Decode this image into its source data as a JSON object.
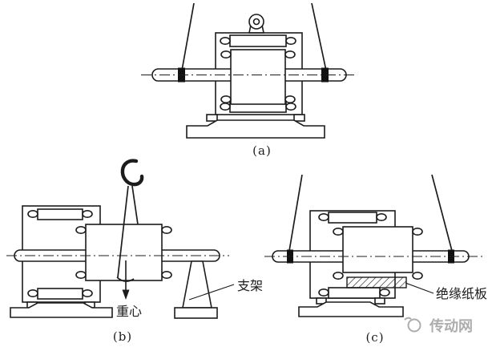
{
  "figure": {
    "captions": {
      "a": "(a)",
      "b": "(b)",
      "c": "(c)"
    },
    "labels": {
      "gravity": "重心",
      "support": "支架",
      "insulation": "绝缘纸板"
    },
    "watermark": {
      "text": "传动网"
    },
    "colors": {
      "line": "#1c1c1c",
      "background": "#ffffff",
      "band": "#111111",
      "watermark": "#adadad"
    }
  }
}
